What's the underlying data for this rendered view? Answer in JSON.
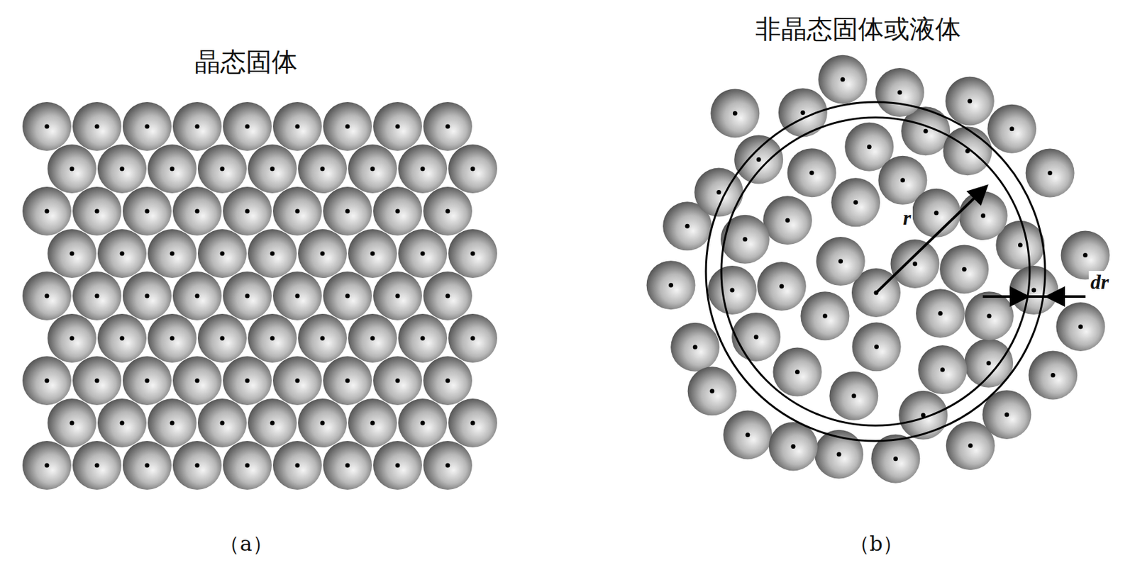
{
  "diagram": {
    "labels": [
      "晶态固体",
      "非晶态固体或液体",
      "r",
      "dr",
      "（a）",
      "（b）"
    ]
  }
}
